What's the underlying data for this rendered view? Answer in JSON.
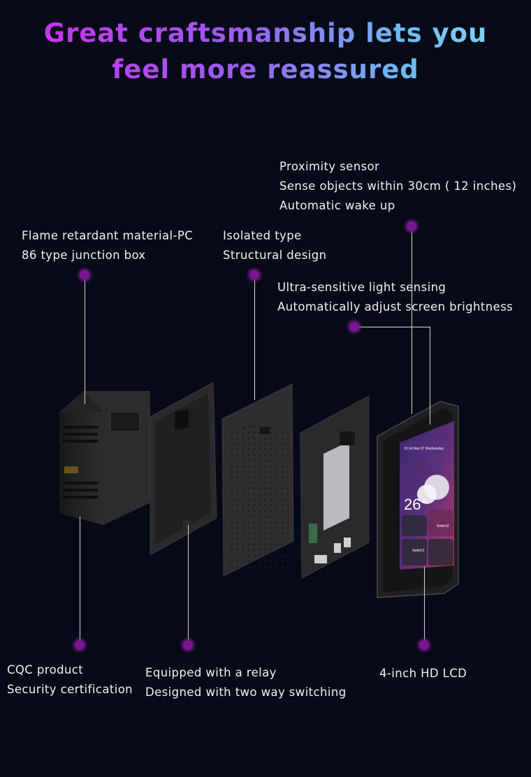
{
  "headline": {
    "line1": "Great craftsmanship lets you",
    "line2": "feel more reassured"
  },
  "callouts": {
    "proximity": [
      "Proximity sensor",
      "Sense objects within 30cm ( 12 inches)",
      "Automatic wake up"
    ],
    "flame": [
      "Flame retardant material-PC",
      "86 type junction box"
    ],
    "isolated": [
      "Isolated type",
      "Structural design"
    ],
    "light": [
      "Ultra-sensitive light sensing",
      "Automatically adjust screen brightness"
    ],
    "cqc": [
      "CQC product",
      "Security certification"
    ],
    "relay": [
      "Equipped with a relay",
      "Designed with two way switching"
    ],
    "lcd": [
      "4-inch HD LCD"
    ]
  },
  "screen": {
    "status": "10:14  Mar 07  Wednesday",
    "temperature": "26°",
    "switch1": "Switch1",
    "switch2": "Switch2"
  },
  "colors": {
    "background": "#070b17",
    "accent_dot": "#7a168f",
    "headline_gradient": [
      "#d12df0",
      "#7fdff6"
    ]
  }
}
